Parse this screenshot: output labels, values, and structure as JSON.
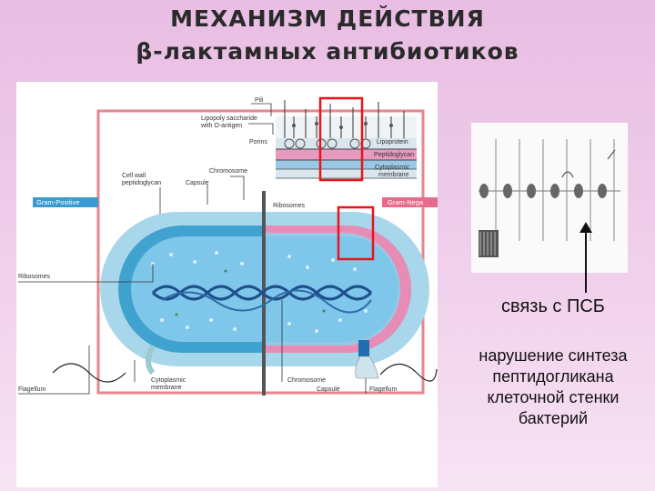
{
  "title": {
    "line1": "МЕХАНИЗМ ДЕЙСТВИЯ",
    "line2": "β-лактамных антибиотиков"
  },
  "diagram": {
    "labels": {
      "pili": "Pili",
      "lps_line1": "Lipopoly saccharide",
      "lps_line2": "with O-antigen",
      "porins": "Porins",
      "lipoprotein": "Lipoprotein",
      "peptidoglycan": "Peptidoglycan",
      "cyto_membrane_right_1": "Cytoplasmic",
      "cyto_membrane_right_2": "membrane",
      "chromosome_top": "Chromosome",
      "cell_wall_1": "Cell wall",
      "cell_wall_2": "peptidoglycan",
      "capsule_top": "Capsule",
      "gram_positive": "Gram-Positive",
      "gram_negative": "Gram-Nega",
      "ribosomes_top": "Ribosomes",
      "ribosomes_left": "Ribosomes",
      "flagellum_left": "Flagellum",
      "cyto_membrane_bottom_1": "Cytoplasmic",
      "cyto_membrane_bottom_2": "membrane",
      "chromosome_bottom": "Chromosome",
      "capsule_bottom": "Capsule",
      "flagellum_right": "Flagellum"
    },
    "colors": {
      "capsule": "#a8d6ea",
      "capsule_dark": "#3fa2cf",
      "cytoplasm": "#7ec6ea",
      "gram_neg_pink": "#e78db5",
      "highlight": "#e8141a",
      "frame": "#e7868d",
      "label_bar": "#3a9bd0",
      "dna": "#1f4f8a"
    }
  },
  "right": {
    "pcb_link": "связь с ПСБ",
    "description_line1": "нарушение синтеза",
    "description_line2": "пептидогликана",
    "description_line3": "клеточной стенки",
    "description_line4": "бактерий"
  }
}
